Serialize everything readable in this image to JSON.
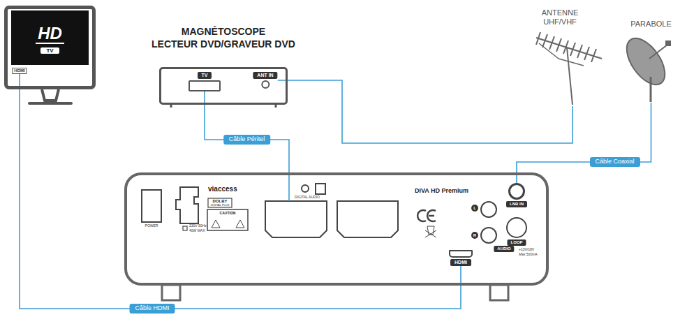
{
  "diagram": {
    "nodes": [
      {
        "text": [
          "HD",
          "TV"
        ]
      },
      {
        "text": [
          "HDMI"
        ],
        "in": 0
      },
      {
        "text": [
          "MAGNÉTOSCOPE",
          "LECTEUR DVD/GRAVEUR DVD"
        ]
      },
      {
        "text": [
          "TV"
        ],
        "in": 2
      },
      {
        "text": [
          "ANT IN"
        ],
        "in": 2
      },
      {
        "text": [
          "ANTENNE UHF/VHF"
        ]
      },
      {
        "text": [
          "PARABOLE"
        ]
      },
      {
        "text": [
          "viaccess",
          "DIVA HD Premium"
        ]
      },
      {
        "text": [
          "HDMI"
        ],
        "in": 7
      },
      {
        "text": [
          "LNB IN"
        ],
        "in": 7
      }
    ],
    "edges": [
      {
        "from": 3,
        "to": 7,
        "label": "Câble Péritel",
        "arrow": "none"
      },
      {
        "from": 5,
        "to": 4,
        "arrow": "none"
      },
      {
        "from": 6,
        "to": 9,
        "label": "Câble Coaxial",
        "arrow": "none"
      },
      {
        "from": 1,
        "to": 8,
        "label": "Câble HDMI",
        "arrow": "none"
      }
    ],
    "labels": [
      "POWER",
      "DOLBY",
      "DIGITAL PLUS",
      "CAUTION",
      "230V 50Hz",
      "40W MAX",
      "DIGITAL AUDIO",
      "L",
      "R",
      "AUDIO",
      "LOOP",
      "+13V/18V",
      "Max 500mA"
    ]
  }
}
